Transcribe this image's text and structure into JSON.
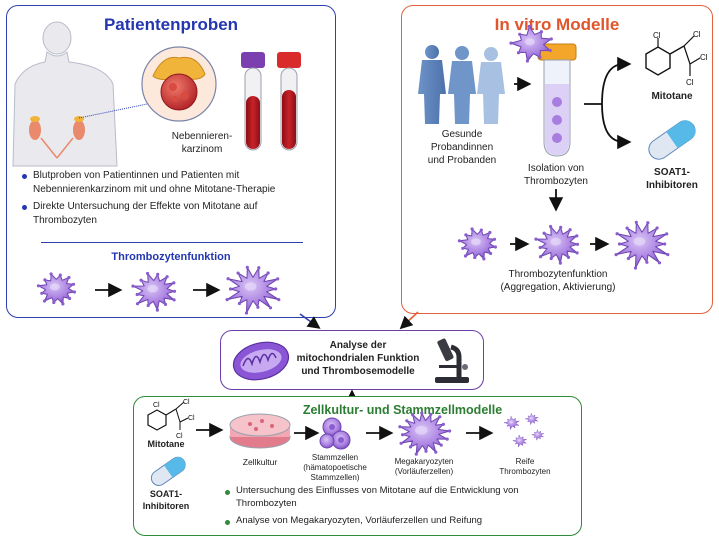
{
  "left_panel": {
    "title": "Patientenproben",
    "tumor_label_1": "Nebennieren-",
    "tumor_label_2": "karzinom",
    "bullets": [
      "Blutproben von Patientinnen und Patienten mit Nebennierenkarzinom mit und ohne Mitotane-Therapie",
      "Direkte Untersuchung der Effekte von Mitotane auf Thrombozyten"
    ],
    "function_title": "Thrombozytenfunktion"
  },
  "right_panel": {
    "title": "In vitro Modelle",
    "donors_label_1": "Gesunde",
    "donors_label_2": "Probandinnen",
    "donors_label_3": "und Probanden",
    "isolation_label_1": "Isolation von",
    "isolation_label_2": "Thrombozyten",
    "mitotane_label": "Mitotane",
    "soat_label_1": "SOAT1-",
    "soat_label_2": "Inhibitoren",
    "function_label_1": "Thrombozytenfunktion",
    "function_label_2": "(Aggregation, Aktivierung)",
    "chem_cl": "Cl"
  },
  "center_box": {
    "line1": "Analyse der",
    "line2": "mitochondrialen Funktion",
    "line3": "und Thrombosemodelle"
  },
  "bottom_panel": {
    "title": "Zellkultur- und Stammzellmodelle",
    "mitotane_label": "Mitotane",
    "soat_label_1": "SOAT1-",
    "soat_label_2": "Inhibitoren",
    "culture_label": "Zellkultur",
    "stem_label_1": "Stammzellen",
    "stem_label_2": "(hämatopoetische",
    "stem_label_3": "Stammzellen)",
    "mega_label_1": "Megakaryozyten",
    "mega_label_2": "(Vorläuferzellen)",
    "mature_label_1": "Reife",
    "mature_label_2": "Thrombozyten",
    "bullets": [
      "Untersuchung des Einflusses von Mitotane auf die Entwicklung von Thrombozyten",
      "Analyse von Megakaryozyten, Vorläuferzellen und Reifung"
    ],
    "chem_cl": "Cl"
  },
  "colors": {
    "blue": "#2436b0",
    "orange": "#e0552a",
    "purple": "#6f3ea8",
    "green": "#2f8a3a",
    "platelet": "#a77de0"
  }
}
